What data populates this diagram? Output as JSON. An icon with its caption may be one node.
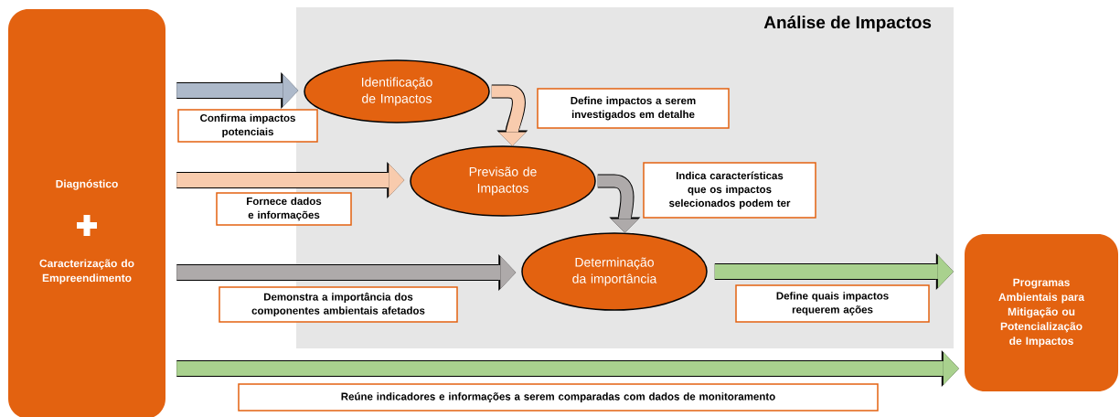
{
  "diagram": {
    "nodes": [
      {
        "text": [
          "Diagnóstico",
          "Caracterização do Empreendimento"
        ]
      },
      {
        "text": [
          "Análise de Impactos"
        ]
      },
      {
        "text": [
          "Identificação de Impactos"
        ],
        "in": 1
      },
      {
        "text": [
          "Previsão de Impactos"
        ],
        "in": 1
      },
      {
        "text": [
          "Determinação da importância"
        ],
        "in": 1
      },
      {
        "text": [
          "Programas Ambientais para Mitigação ou Potencialização de Impactos"
        ]
      }
    ],
    "edges": [
      {
        "from": 0,
        "to": 2,
        "arrow": "to",
        "label": "Confirma impactos potenciais",
        "color": "#adb9ca"
      },
      {
        "from": 2,
        "to": 3,
        "arrow": "to",
        "label": "Define impactos a serem investigados em detalhe",
        "color": "#f8cbad"
      },
      {
        "from": 0,
        "to": 3,
        "arrow": "to",
        "label": "Fornece dados e informações",
        "color": "#f8cbad"
      },
      {
        "from": 3,
        "to": 4,
        "arrow": "to",
        "label": "Indica características que os impactos selecionados podem ter",
        "color": "#aeaaaa"
      },
      {
        "from": 0,
        "to": 4,
        "arrow": "to",
        "label": "Demonstra a importância dos componentes ambientais afetados",
        "color": "#aeaaaa"
      },
      {
        "from": 4,
        "to": 5,
        "arrow": "to",
        "label": "Define quais impactos requerem ações",
        "color": "#a9d18e"
      },
      {
        "from": 0,
        "to": 5,
        "arrow": "to",
        "label": "Reúne indicadores e informações a serem comparadas com dados de monitoramento",
        "color": "#a9d18e"
      }
    ]
  }
}
